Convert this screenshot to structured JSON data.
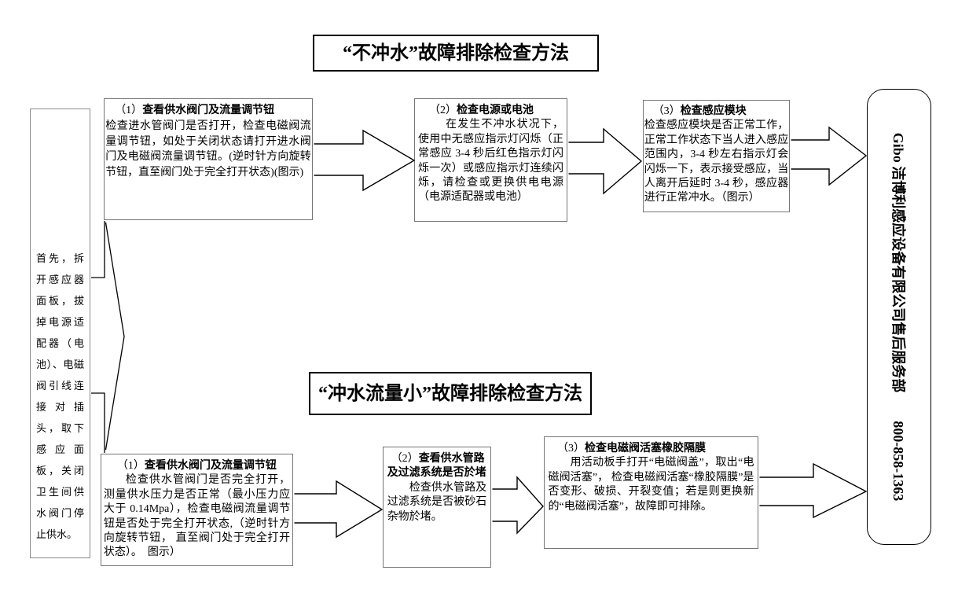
{
  "titles": {
    "top": "“不冲水”故障排除检查方法",
    "bottom": "“冲水流量小”故障排除检查方法"
  },
  "left_panel": {
    "text": "首先，拆开感应器面板，拔掉电源适配器（电池）、电磁阀引线连接对插头，取下感应面板，关闭卫生间供水阀门停止供水。"
  },
  "top_flow": {
    "steps": [
      {
        "num": "（1）",
        "heading": "查看供水阀门及流量调节钮",
        "body": "检查进水管阀门是否打开，检查电磁阀流量调节钮，如处于关闭状态请打开进水阀门及电磁阀流量调节钮。(逆时针方向旋转节钮，直至阀门处于完全打开状态)(图示)"
      },
      {
        "num": "（2）",
        "heading": "检查电源或电池",
        "body": "在发生不冲水状况下，使用中无感应指示灯闪烁（正常感应 3-4 秒后红色指示灯闪烁一次）或感应指示灯连续闪烁，请检查或更换供电电源（电源适配器或电池）"
      },
      {
        "num": "（3）",
        "heading": "检查感应模块",
        "body": "检查感应模块是否正常工作，正常工作状态下当人进入感应范围内，3-4 秒左右指示灯会闪烁一下，表示接受感应，当人离开后延时 3-4 秒，感应器进行正常冲水。（图示）"
      }
    ]
  },
  "bottom_flow": {
    "steps": [
      {
        "num": "（1）",
        "heading": "查看供水阀门及流量调节钮",
        "body": "检查供水管阀门是否完全打开，测量供水压力是否正常（最小压力应大于 0.14Mpa），检查电磁阀流量调节钮是否处于完全打开状态,（逆时针方向旋转节钮， 直至阀门处于完全打开状态）。　图示）"
      },
      {
        "num": "（2）",
        "heading": "查看供水管路及过滤系统是否於堵",
        "body": "检查供水管路及过滤系统是否被砂石杂物於堵。"
      },
      {
        "num": "（3）",
        "heading": "检查电磁阀活塞橡胶隔膜",
        "body": "用活动板手打开“电磁阀盖”，取出“电磁阀活塞”， 检查电磁阀活塞“橡胶隔膜”是否变形、破损、开裂变值；若是则更换新的“电磁阀活塞”，故障即可排除。"
      }
    ]
  },
  "service_box": {
    "text": "Gibo 洁博利感应设备有限公司售后服务部　　800-858-1363"
  }
}
